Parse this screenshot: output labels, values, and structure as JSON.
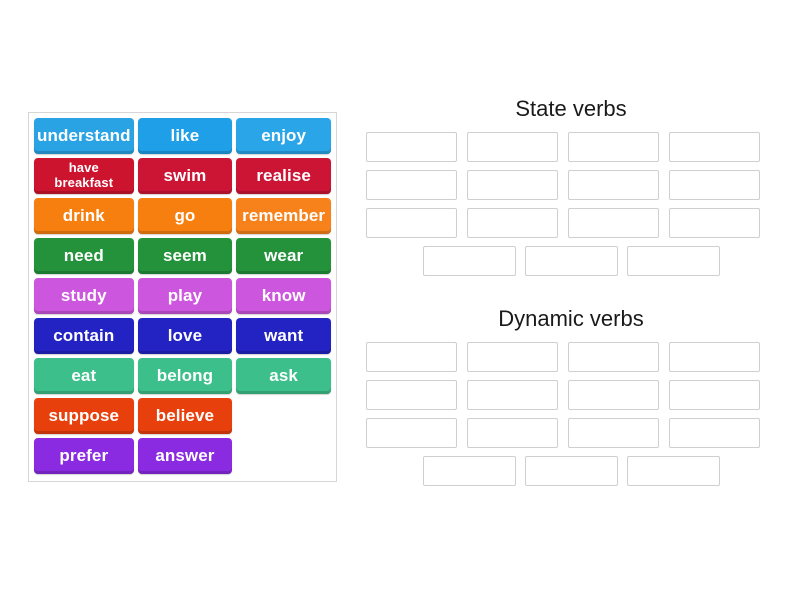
{
  "background_color": "#ffffff",
  "word_bank": {
    "panel_border_color": "#d6d6d6",
    "columns": 3,
    "tiles": [
      {
        "label": "understand",
        "color": "#29a3e3",
        "multiline": false
      },
      {
        "label": "like",
        "color": "#1e9fe8",
        "multiline": false
      },
      {
        "label": "enjoy",
        "color": "#2aa5e8",
        "multiline": false
      },
      {
        "label": "have\nbreakfast",
        "color": "#cc142f",
        "multiline": true
      },
      {
        "label": "swim",
        "color": "#cc1435",
        "multiline": false
      },
      {
        "label": "realise",
        "color": "#cc1435",
        "multiline": false
      },
      {
        "label": "drink",
        "color": "#f77f10",
        "multiline": false
      },
      {
        "label": "go",
        "color": "#f77f10",
        "multiline": false
      },
      {
        "label": "remember",
        "color": "#f7821b",
        "multiline": false
      },
      {
        "label": "need",
        "color": "#23923b",
        "multiline": false
      },
      {
        "label": "seem",
        "color": "#23923b",
        "multiline": false
      },
      {
        "label": "wear",
        "color": "#23923b",
        "multiline": false
      },
      {
        "label": "study",
        "color": "#cc56dd",
        "multiline": false
      },
      {
        "label": "play",
        "color": "#cc56dd",
        "multiline": false
      },
      {
        "label": "know",
        "color": "#cc56dd",
        "multiline": false
      },
      {
        "label": "contain",
        "color": "#2323c4",
        "multiline": false
      },
      {
        "label": "love",
        "color": "#2323c4",
        "multiline": false
      },
      {
        "label": "want",
        "color": "#2323c4",
        "multiline": false
      },
      {
        "label": "eat",
        "color": "#3cbf8a",
        "multiline": false
      },
      {
        "label": "belong",
        "color": "#3cbf8a",
        "multiline": false
      },
      {
        "label": "ask",
        "color": "#3cbf8a",
        "multiline": false
      },
      {
        "label": "suppose",
        "color": "#e8400c",
        "multiline": false
      },
      {
        "label": "believe",
        "color": "#e8400c",
        "multiline": false
      },
      {
        "label": "",
        "color": "transparent",
        "multiline": false,
        "empty": true
      },
      {
        "label": "prefer",
        "color": "#8a2be2",
        "multiline": false
      },
      {
        "label": "answer",
        "color": "#8a2be2",
        "multiline": false
      },
      {
        "label": "",
        "color": "transparent",
        "multiline": false,
        "empty": true
      }
    ]
  },
  "zones": [
    {
      "title": "State verbs",
      "slot_border_color": "#cfcfcf",
      "rows": [
        {
          "count": 4,
          "centered": false
        },
        {
          "count": 4,
          "centered": false
        },
        {
          "count": 4,
          "centered": false
        },
        {
          "count": 3,
          "centered": true
        }
      ]
    },
    {
      "title": "Dynamic verbs",
      "slot_border_color": "#cfcfcf",
      "rows": [
        {
          "count": 4,
          "centered": false
        },
        {
          "count": 4,
          "centered": false
        },
        {
          "count": 4,
          "centered": false
        },
        {
          "count": 3,
          "centered": true
        }
      ]
    }
  ]
}
